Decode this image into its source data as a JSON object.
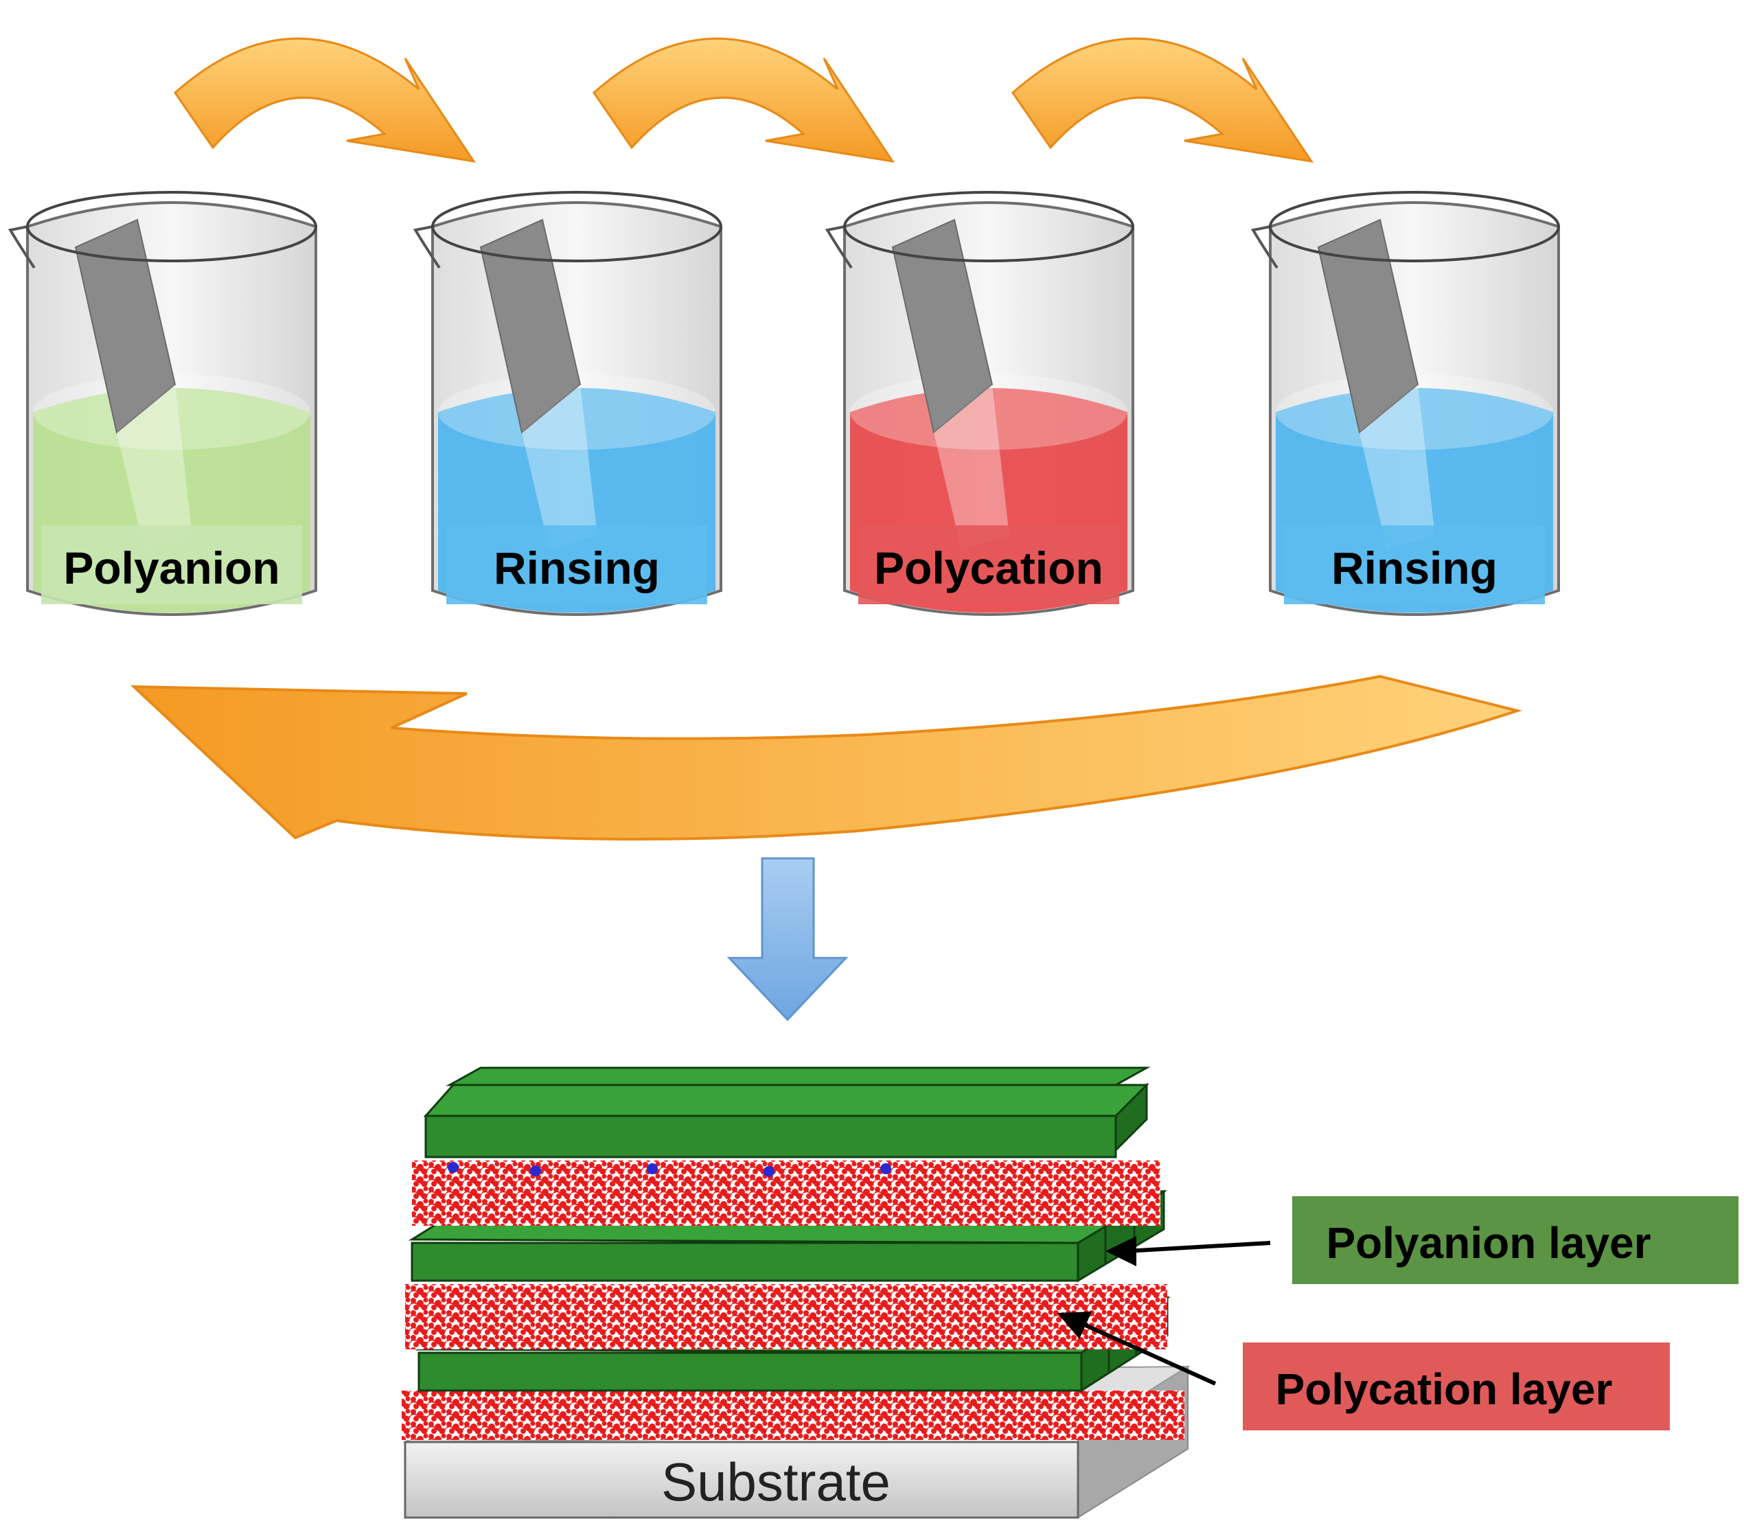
{
  "beakers": [
    {
      "label": "Polyanion",
      "liquid_color": "#b8e090",
      "label_bg": "#c8e6b0"
    },
    {
      "label": "Rinsing",
      "liquid_color": "#4db4ee",
      "label_bg": "#5cbdf0"
    },
    {
      "label": "Polycation",
      "liquid_color": "#e8484a",
      "label_bg": "#e4585a"
    },
    {
      "label": "Rinsing",
      "liquid_color": "#4db4ee",
      "label_bg": "#5cbdf0"
    }
  ],
  "stack": {
    "substrate_label": "Substrate",
    "polyanion_color": "#2e8b2e",
    "polycation_color": "#e02020"
  },
  "legend": {
    "polyanion_label": "Polyanion layer",
    "polyanion_bg": "#5c9445",
    "polycation_label": "Polycation layer",
    "polycation_bg": "#e05a5a"
  },
  "colors": {
    "arrow_orange": "#f7a93a",
    "arrow_blue": "#8ab8e8"
  }
}
